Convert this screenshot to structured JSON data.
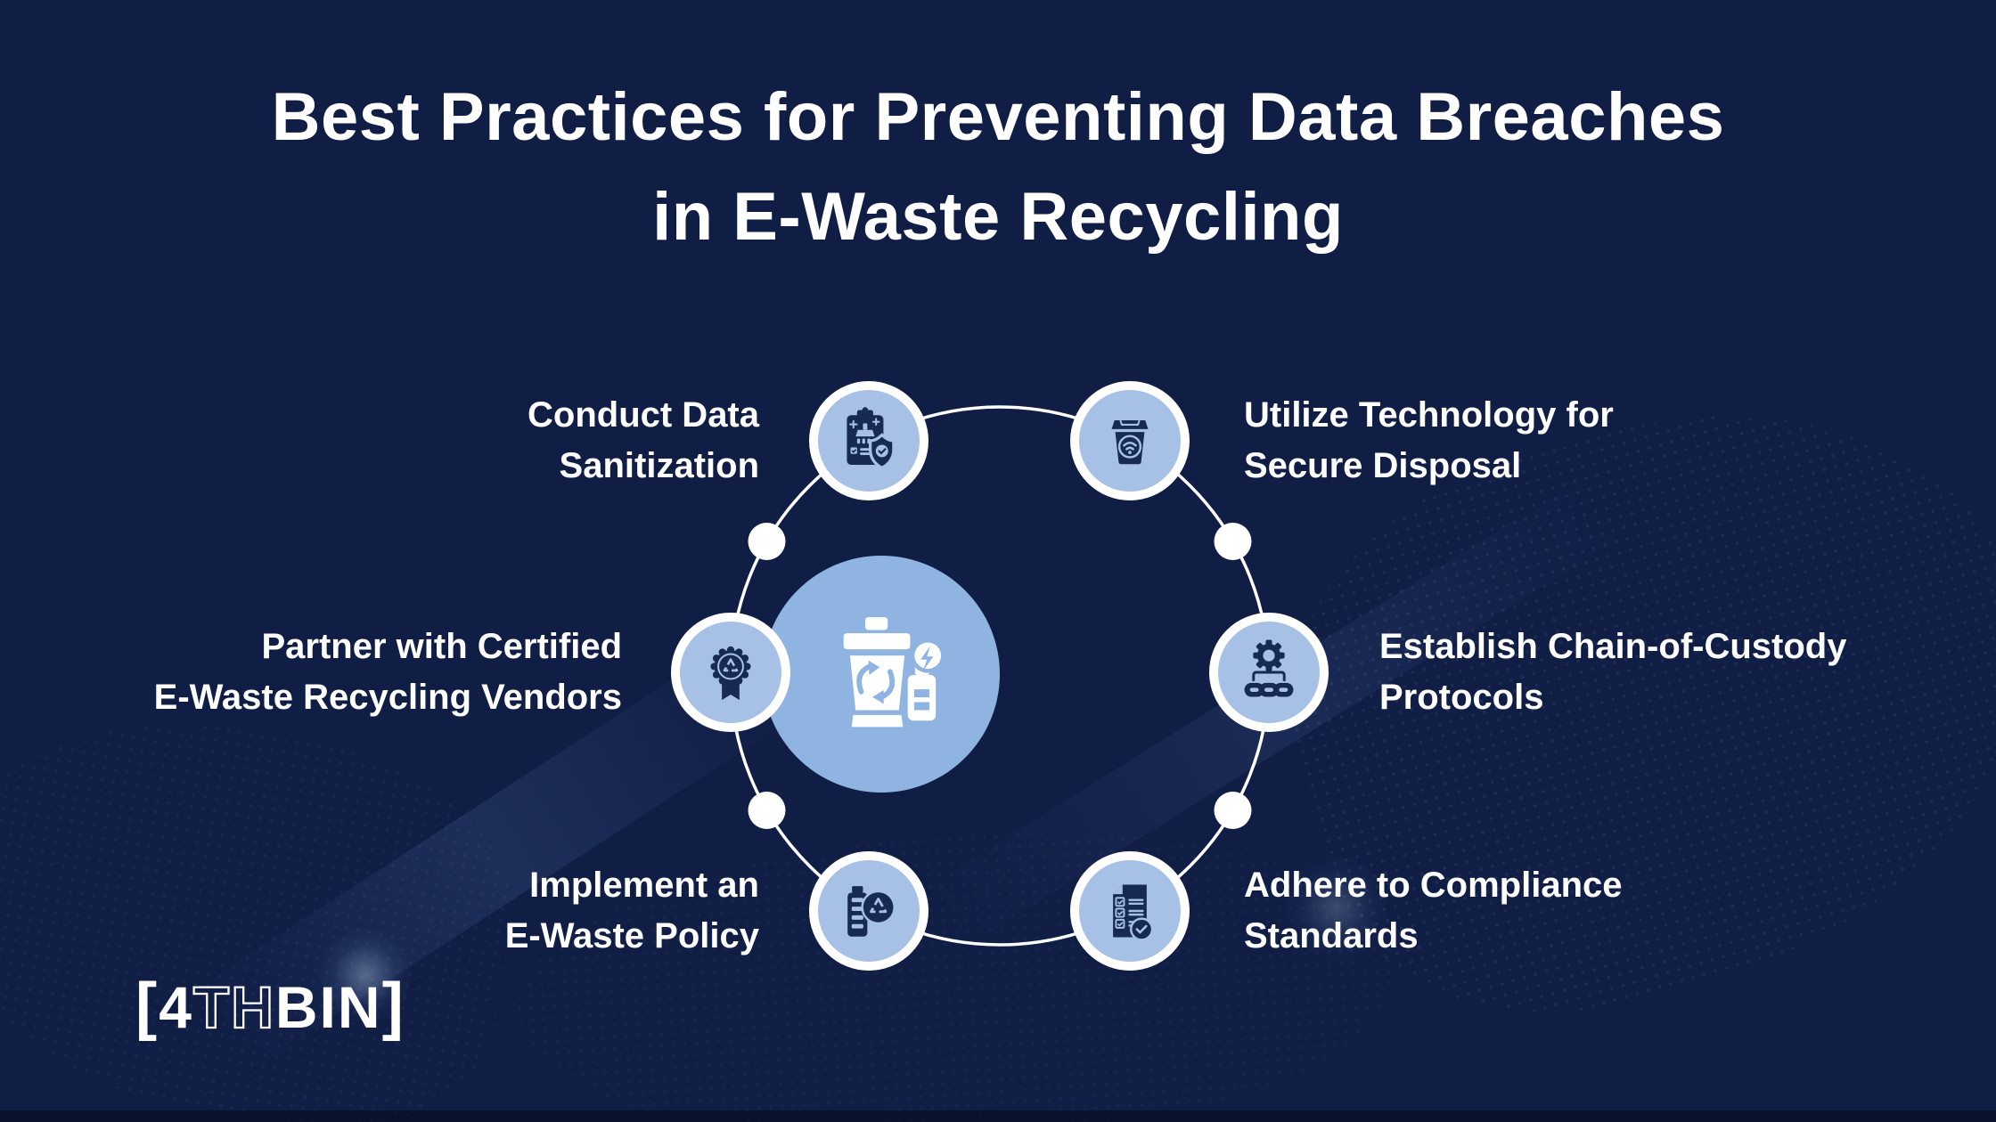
{
  "title": {
    "line1": "Best Practices for Preventing Data Breaches",
    "line2": "in E-Waste Recycling"
  },
  "practices": [
    {
      "id": "conduct-data-sanitization",
      "icon": "clipboard-sanitize-shield-icon",
      "position": "top-left",
      "label_lines": [
        "Conduct Data",
        "Sanitization"
      ]
    },
    {
      "id": "utilize-technology-secure-disposal",
      "icon": "smart-bin-wifi-icon",
      "position": "top-right",
      "label_lines": [
        "Utilize Technology for",
        "Secure Disposal"
      ]
    },
    {
      "id": "partner-certified-vendors",
      "icon": "certified-badge-recycle-icon",
      "position": "left",
      "label_lines": [
        "Partner with Certified",
        "E-Waste Recycling Vendors"
      ]
    },
    {
      "id": "establish-chain-of-custody",
      "icon": "gear-chain-icon",
      "position": "right",
      "label_lines": [
        "Establish Chain-of-Custody",
        "Protocols"
      ]
    },
    {
      "id": "implement-ewaste-policy",
      "icon": "battery-recycle-icon",
      "position": "bottom-left",
      "label_lines": [
        "Implement an",
        "E-Waste Policy"
      ]
    },
    {
      "id": "adhere-compliance-standards",
      "icon": "checklist-check-icon",
      "position": "bottom-right",
      "label_lines": [
        "Adhere to Compliance",
        "Standards"
      ]
    }
  ],
  "center": {
    "icon": "e-waste-bin-battery-icon"
  },
  "logo": {
    "bracket_open": "[",
    "part_4": "4",
    "part_th": "TH",
    "part_bin": "BIN",
    "bracket_close": "]"
  },
  "colors": {
    "background_navy": "#101d45",
    "node_light_blue": "#a6c1e5",
    "hub_light_blue": "#8fb4e1",
    "icon_navy": "#172a52",
    "text_white": "#ffffff"
  }
}
